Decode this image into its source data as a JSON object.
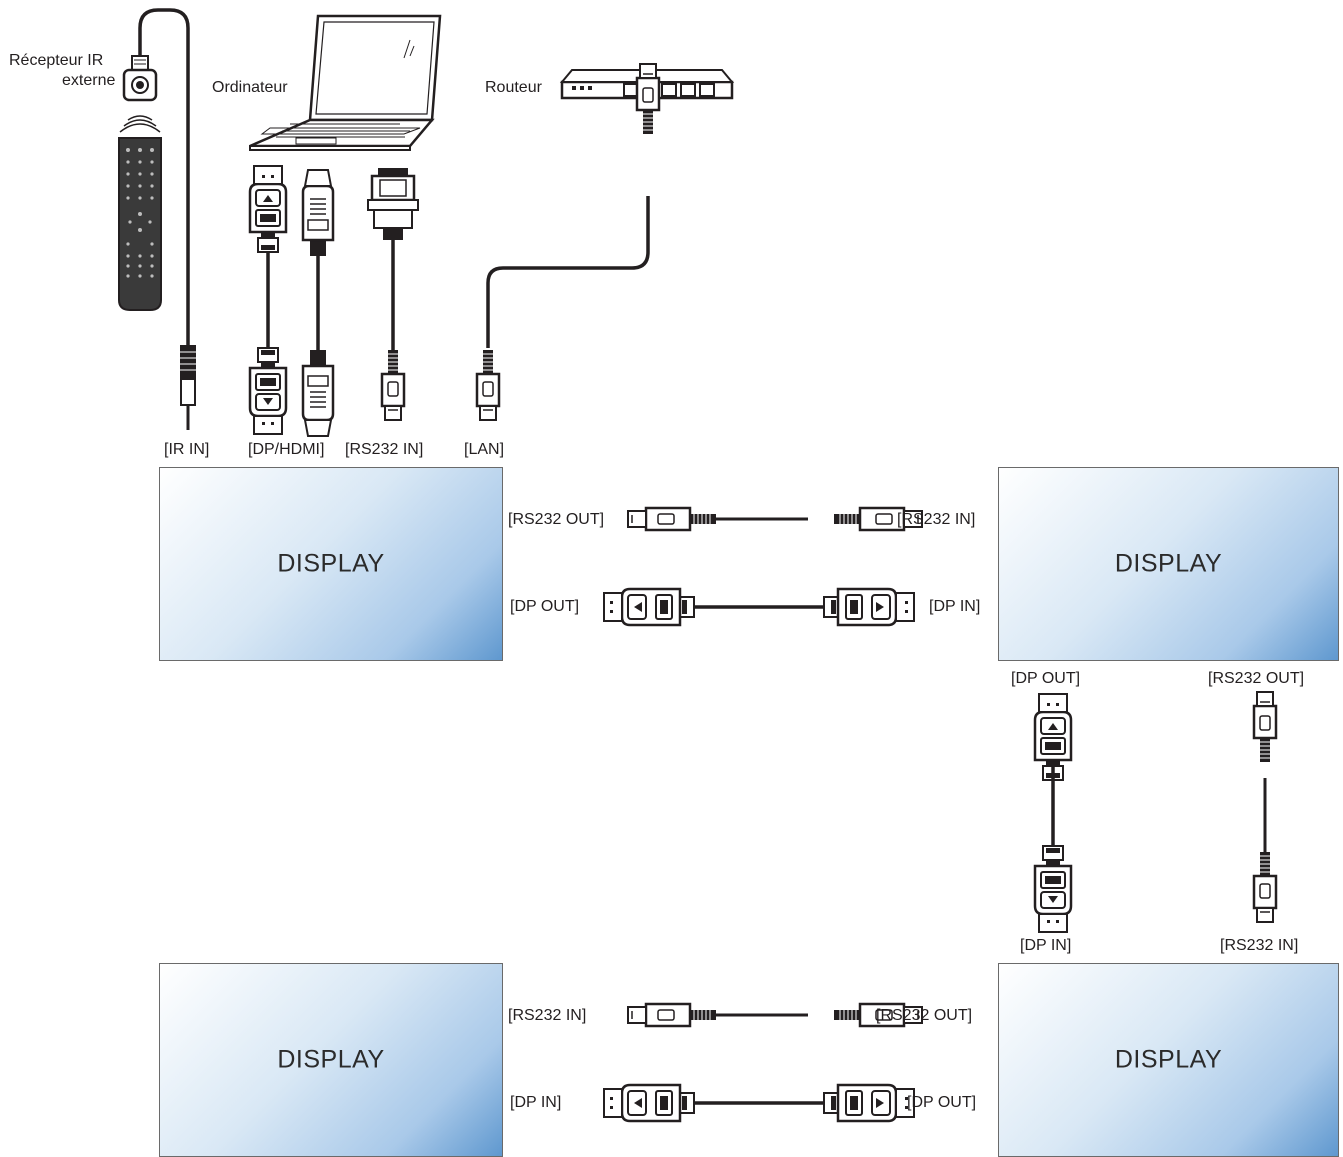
{
  "diagram": {
    "displays": [
      "DISPLAY",
      "DISPLAY",
      "DISPLAY",
      "DISPLAY"
    ],
    "devices": {
      "ir_receiver": [
        "Récepteur IR",
        "externe"
      ],
      "computer": "Ordinateur",
      "router": "Routeur"
    },
    "ports": {
      "d1_inputs": [
        "[IR IN]",
        "[DP/HDMI]",
        "[RS232 IN]",
        "[LAN]"
      ],
      "link_1_2": {
        "left_rs232": "[RS232 OUT]",
        "right_rs232": "[RS232 IN]",
        "left_dp": "[DP OUT]",
        "right_dp": "[DP IN]"
      },
      "link_2_3": {
        "top_dp": "[DP OUT]",
        "top_rs232": "[RS232 OUT]",
        "bottom_dp": "[DP IN]",
        "bottom_rs232": "[RS232 IN]"
      },
      "link_4_3": {
        "left_rs232": "[RS232 IN]",
        "right_rs232": "[RS232 OUT]",
        "left_dp": "[DP IN]",
        "right_dp": "[DP OUT]"
      }
    },
    "colors": {
      "cable": "#231f20",
      "display_gradient_end": "#5f98cf"
    }
  }
}
